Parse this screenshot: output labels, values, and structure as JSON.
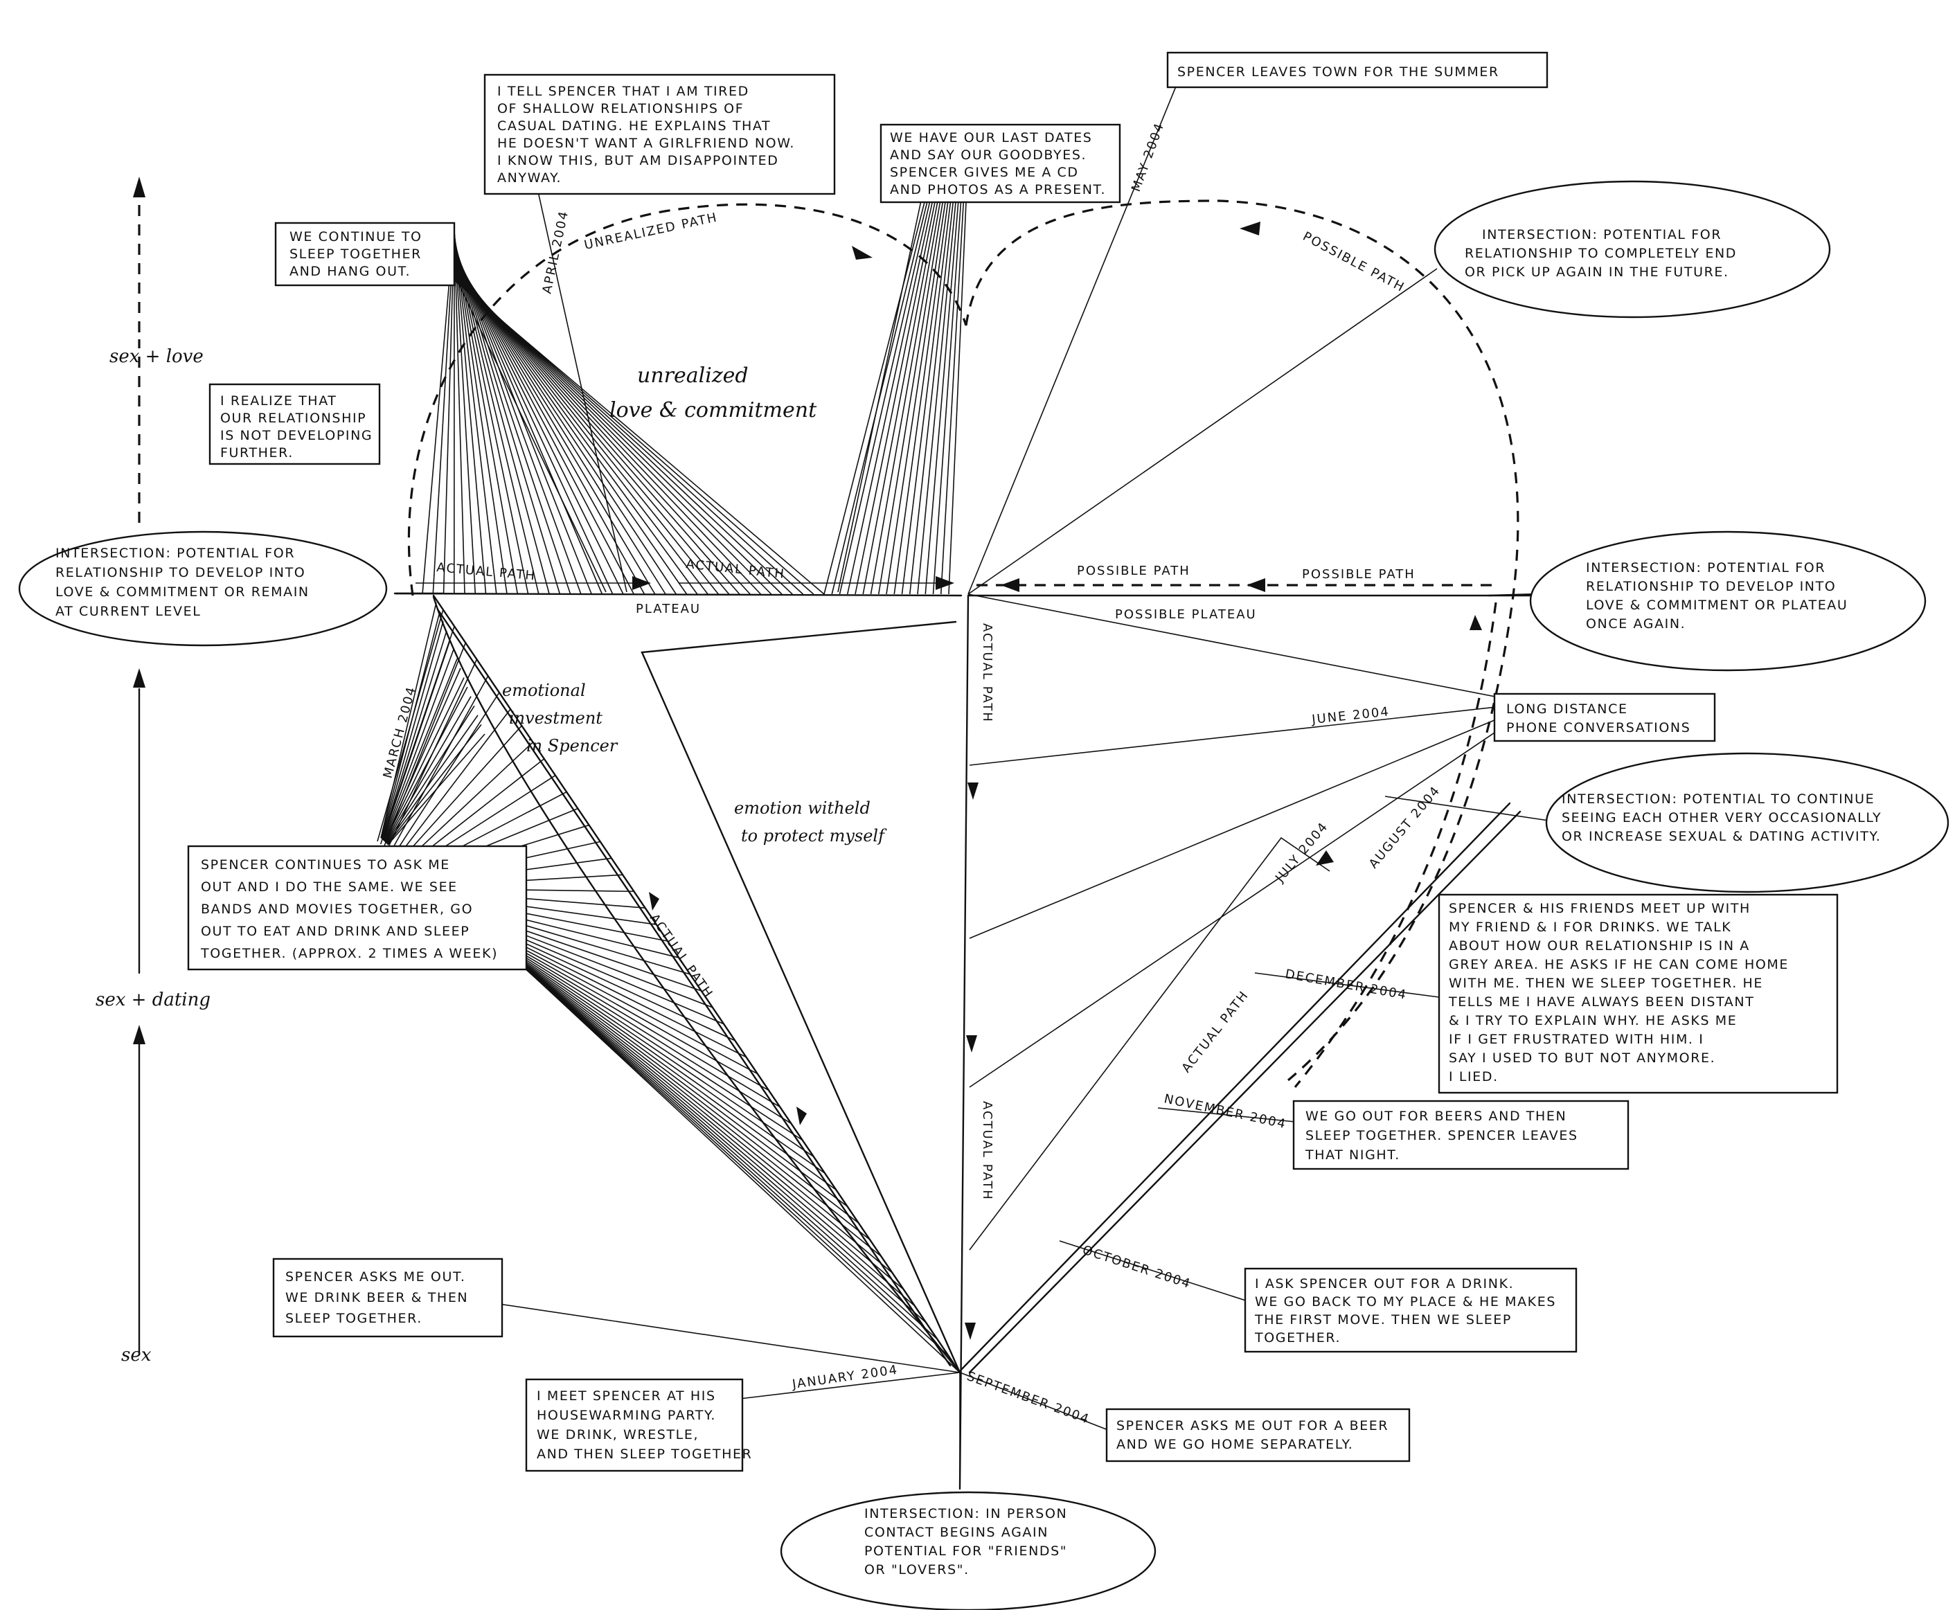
{
  "axis": {
    "levels": [
      "sex + love",
      "sex + dating",
      "sex"
    ]
  },
  "center_labels": {
    "unrealized": [
      "unrealized",
      "love & commitment"
    ],
    "emotional": [
      "emotional",
      "investment",
      "in Spencer"
    ],
    "withheld": [
      "emotion witheld",
      "to protect myself"
    ]
  },
  "path_labels": {
    "unrealized_path": "UNREALIZED PATH",
    "possible_path_top": "POSSIBLE PATH",
    "actual_path_left_1": "ACTUAL PATH",
    "actual_path_left_2": "ACTUAL PATH",
    "plateau": "PLATEAU",
    "possible_path_mid_1": "POSSIBLE PATH",
    "possible_path_mid_2": "POSSIBLE PATH",
    "possible_plateau": "POSSIBLE PLATEAU",
    "actual_path_down_1": "ACTUAL PATH",
    "actual_path_down_2": "ACTUAL PATH",
    "actual_path_diag_left": "ACTUAL PATH",
    "actual_path_diag_right": "ACTUAL PATH"
  },
  "dates": {
    "january": "JANUARY 2004",
    "march": "MARCH 2004",
    "april": "APRIL 2004",
    "may": "MAY 2004",
    "june": "JUNE 2004",
    "july": "JULY 2004",
    "august": "AUGUST 2004",
    "september": "SEPTEMBER 2004",
    "october": "OCTOBER 2004",
    "november": "NOVEMBER 2004",
    "december": "DECEMBER 2004"
  },
  "notes": {
    "tired": [
      "I TELL SPENCER THAT I AM TIRED",
      "OF SHALLOW RELATIONSHIPS OF",
      "CASUAL DATING. HE EXPLAINS THAT",
      "HE DOESN'T WANT A GIRLFRIEND NOW.",
      "I KNOW THIS, BUT AM DISAPPOINTED",
      "ANYWAY."
    ],
    "last_dates": [
      "WE HAVE OUR LAST DATES",
      "AND SAY OUR GOODBYES.",
      "SPENCER GIVES ME A CD",
      "AND PHOTOS AS A PRESENT."
    ],
    "leaves_town": [
      "SPENCER LEAVES TOWN FOR THE SUMMER"
    ],
    "continue_sleep": [
      "WE CONTINUE TO",
      "SLEEP TOGETHER",
      "AND HANG OUT."
    ],
    "realize": [
      "I REALIZE THAT",
      "OUR RELATIONSHIP",
      "IS NOT DEVELOPING",
      "FURTHER."
    ],
    "asks_out_continues": [
      "SPENCER CONTINUES TO ASK ME",
      "OUT AND I DO THE SAME. WE SEE",
      "BANDS AND MOVIES TOGETHER, GO",
      "OUT TO EAT AND DRINK AND SLEEP",
      "TOGETHER. (APPROX. 2 TIMES A WEEK)"
    ],
    "long_distance": [
      "LONG DISTANCE",
      "PHONE CONVERSATIONS"
    ],
    "friends_meet": [
      "SPENCER & HIS FRIENDS MEET UP WITH",
      "MY FRIEND & I FOR DRINKS. WE TALK",
      "ABOUT HOW OUR RELATIONSHIP IS IN A",
      "GREY AREA. HE ASKS IF HE CAN COME HOME",
      "WITH ME. THEN WE SLEEP TOGETHER. HE",
      "TELLS ME I HAVE ALWAYS BEEN DISTANT",
      "& I TRY TO EXPLAIN WHY. HE ASKS ME",
      "IF I GET FRUSTRATED WITH HIM. I",
      "SAY I USED TO BUT NOT ANYMORE.",
      "I LIED."
    ],
    "beers": [
      "WE GO OUT FOR BEERS AND THEN",
      "SLEEP TOGETHER. SPENCER LEAVES",
      "THAT NIGHT."
    ],
    "i_ask": [
      "I ASK SPENCER OUT FOR A DRINK.",
      "WE GO BACK TO MY PLACE & HE MAKES",
      "THE FIRST MOVE. THEN WE SLEEP",
      "TOGETHER."
    ],
    "asks_beer": [
      "SPENCER ASKS ME OUT FOR A BEER",
      "AND WE GO HOME SEPARATELY."
    ],
    "asks_out_first": [
      "SPENCER ASKS ME OUT.",
      "WE DRINK BEER & THEN",
      "SLEEP TOGETHER."
    ],
    "meet": [
      "I MEET SPENCER AT HIS",
      "HOUSEWARMING PARTY.",
      "WE DRINK, WRESTLE,",
      "AND THEN SLEEP TOGETHER"
    ]
  },
  "intersections": {
    "left": [
      "INTERSECTION: POTENTIAL FOR",
      "RELATIONSHIP TO DEVELOP INTO",
      "LOVE & COMMITMENT OR REMAIN",
      "AT CURRENT LEVEL"
    ],
    "top_right": [
      "INTERSECTION: POTENTIAL FOR",
      "RELATIONSHIP TO COMPLETELY END",
      "OR PICK UP AGAIN IN THE FUTURE."
    ],
    "mid_right": [
      "INTERSECTION: POTENTIAL FOR",
      "RELATIONSHIP TO DEVELOP INTO",
      "LOVE & COMMITMENT OR PLATEAU",
      "ONCE AGAIN."
    ],
    "lower_right": [
      "INTERSECTION: POTENTIAL TO CONTINUE",
      "SEEING EACH OTHER VERY OCCASIONALLY",
      "OR INCREASE SEXUAL & DATING ACTIVITY."
    ],
    "bottom": [
      "INTERSECTION: IN PERSON",
      "CONTACT BEGINS AGAIN",
      "POTENTIAL FOR \"FRIENDS\"",
      "OR \"LOVERS\"."
    ]
  }
}
